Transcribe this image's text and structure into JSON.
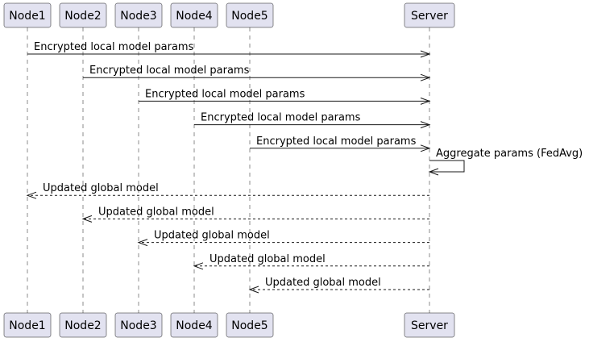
{
  "participants": [
    {
      "id": "node1",
      "label": "Node1"
    },
    {
      "id": "node2",
      "label": "Node2"
    },
    {
      "id": "node3",
      "label": "Node3"
    },
    {
      "id": "node4",
      "label": "Node4"
    },
    {
      "id": "node5",
      "label": "Node5"
    },
    {
      "id": "server",
      "label": "Server"
    }
  ],
  "messages": [
    {
      "from": "node1",
      "to": "server",
      "label": "Encrypted local model params",
      "style": "solid"
    },
    {
      "from": "node2",
      "to": "server",
      "label": "Encrypted local model params",
      "style": "solid"
    },
    {
      "from": "node3",
      "to": "server",
      "label": "Encrypted local model params",
      "style": "solid"
    },
    {
      "from": "node4",
      "to": "server",
      "label": "Encrypted local model params",
      "style": "solid"
    },
    {
      "from": "node5",
      "to": "server",
      "label": "Encrypted local model params",
      "style": "solid"
    },
    {
      "from": "server",
      "to": "server",
      "label": "Aggregate params (FedAvg)",
      "style": "solid"
    },
    {
      "from": "server",
      "to": "node1",
      "label": "Updated global model",
      "style": "dashed"
    },
    {
      "from": "server",
      "to": "node2",
      "label": "Updated global model",
      "style": "dashed"
    },
    {
      "from": "server",
      "to": "node3",
      "label": "Updated global model",
      "style": "dashed"
    },
    {
      "from": "server",
      "to": "node4",
      "label": "Updated global model",
      "style": "dashed"
    },
    {
      "from": "server",
      "to": "node5",
      "label": "Updated global model",
      "style": "dashed"
    }
  ]
}
